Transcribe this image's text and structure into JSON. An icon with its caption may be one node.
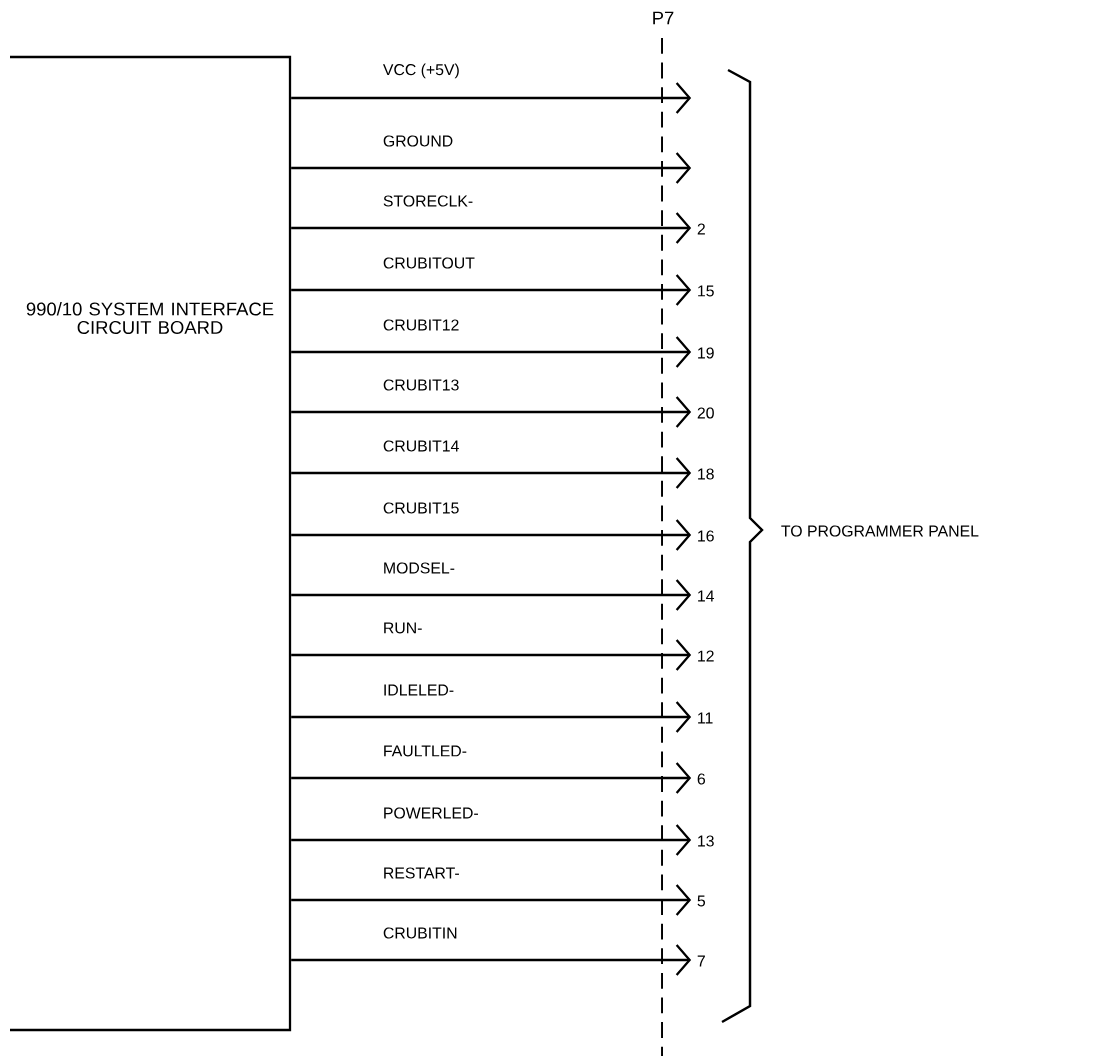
{
  "diagram": {
    "nodes": [
      {
        "text": [
          "990/10 SYSTEM INTERFACE CIRCUIT BOARD"
        ]
      },
      {
        "text": [
          "P7"
        ]
      }
    ],
    "edges": [
      {
        "from": 0,
        "to": 1,
        "arrow": "to",
        "label": "VCC (+5V)"
      },
      {
        "from": 0,
        "to": 1,
        "arrow": "to",
        "label": "GROUND"
      },
      {
        "from": 0,
        "to": 1,
        "arrow": "to",
        "label": "STORECLK-"
      },
      {
        "from": 0,
        "to": 1,
        "arrow": "to",
        "label": "CRUBITOUT"
      },
      {
        "from": 0,
        "to": 1,
        "arrow": "to",
        "label": "CRUBIT12"
      },
      {
        "from": 0,
        "to": 1,
        "arrow": "to",
        "label": "CRUBIT13"
      },
      {
        "from": 0,
        "to": 1,
        "arrow": "to",
        "label": "CRUBIT14"
      },
      {
        "from": 0,
        "to": 1,
        "arrow": "to",
        "label": "CRUBIT15"
      },
      {
        "from": 0,
        "to": 1,
        "arrow": "to",
        "label": "MODSEL-"
      },
      {
        "from": 0,
        "to": 1,
        "arrow": "to",
        "label": "RUN-"
      },
      {
        "from": 0,
        "to": 1,
        "arrow": "to",
        "label": "IDLELED-"
      },
      {
        "from": 0,
        "to": 1,
        "arrow": "to",
        "label": "FAULTLED-"
      },
      {
        "from": 0,
        "to": 1,
        "arrow": "to",
        "label": "POWERLED-"
      },
      {
        "from": 0,
        "to": 1,
        "arrow": "to",
        "label": "RESTART-"
      },
      {
        "from": 0,
        "to": 1,
        "arrow": "to",
        "label": "CRUBITIN"
      }
    ],
    "labels": [
      "2",
      "15",
      "19",
      "20",
      "18",
      "16",
      "14",
      "12",
      "11",
      "6",
      "13",
      "5",
      "7",
      "TO PROGRAMMER PANEL"
    ]
  }
}
